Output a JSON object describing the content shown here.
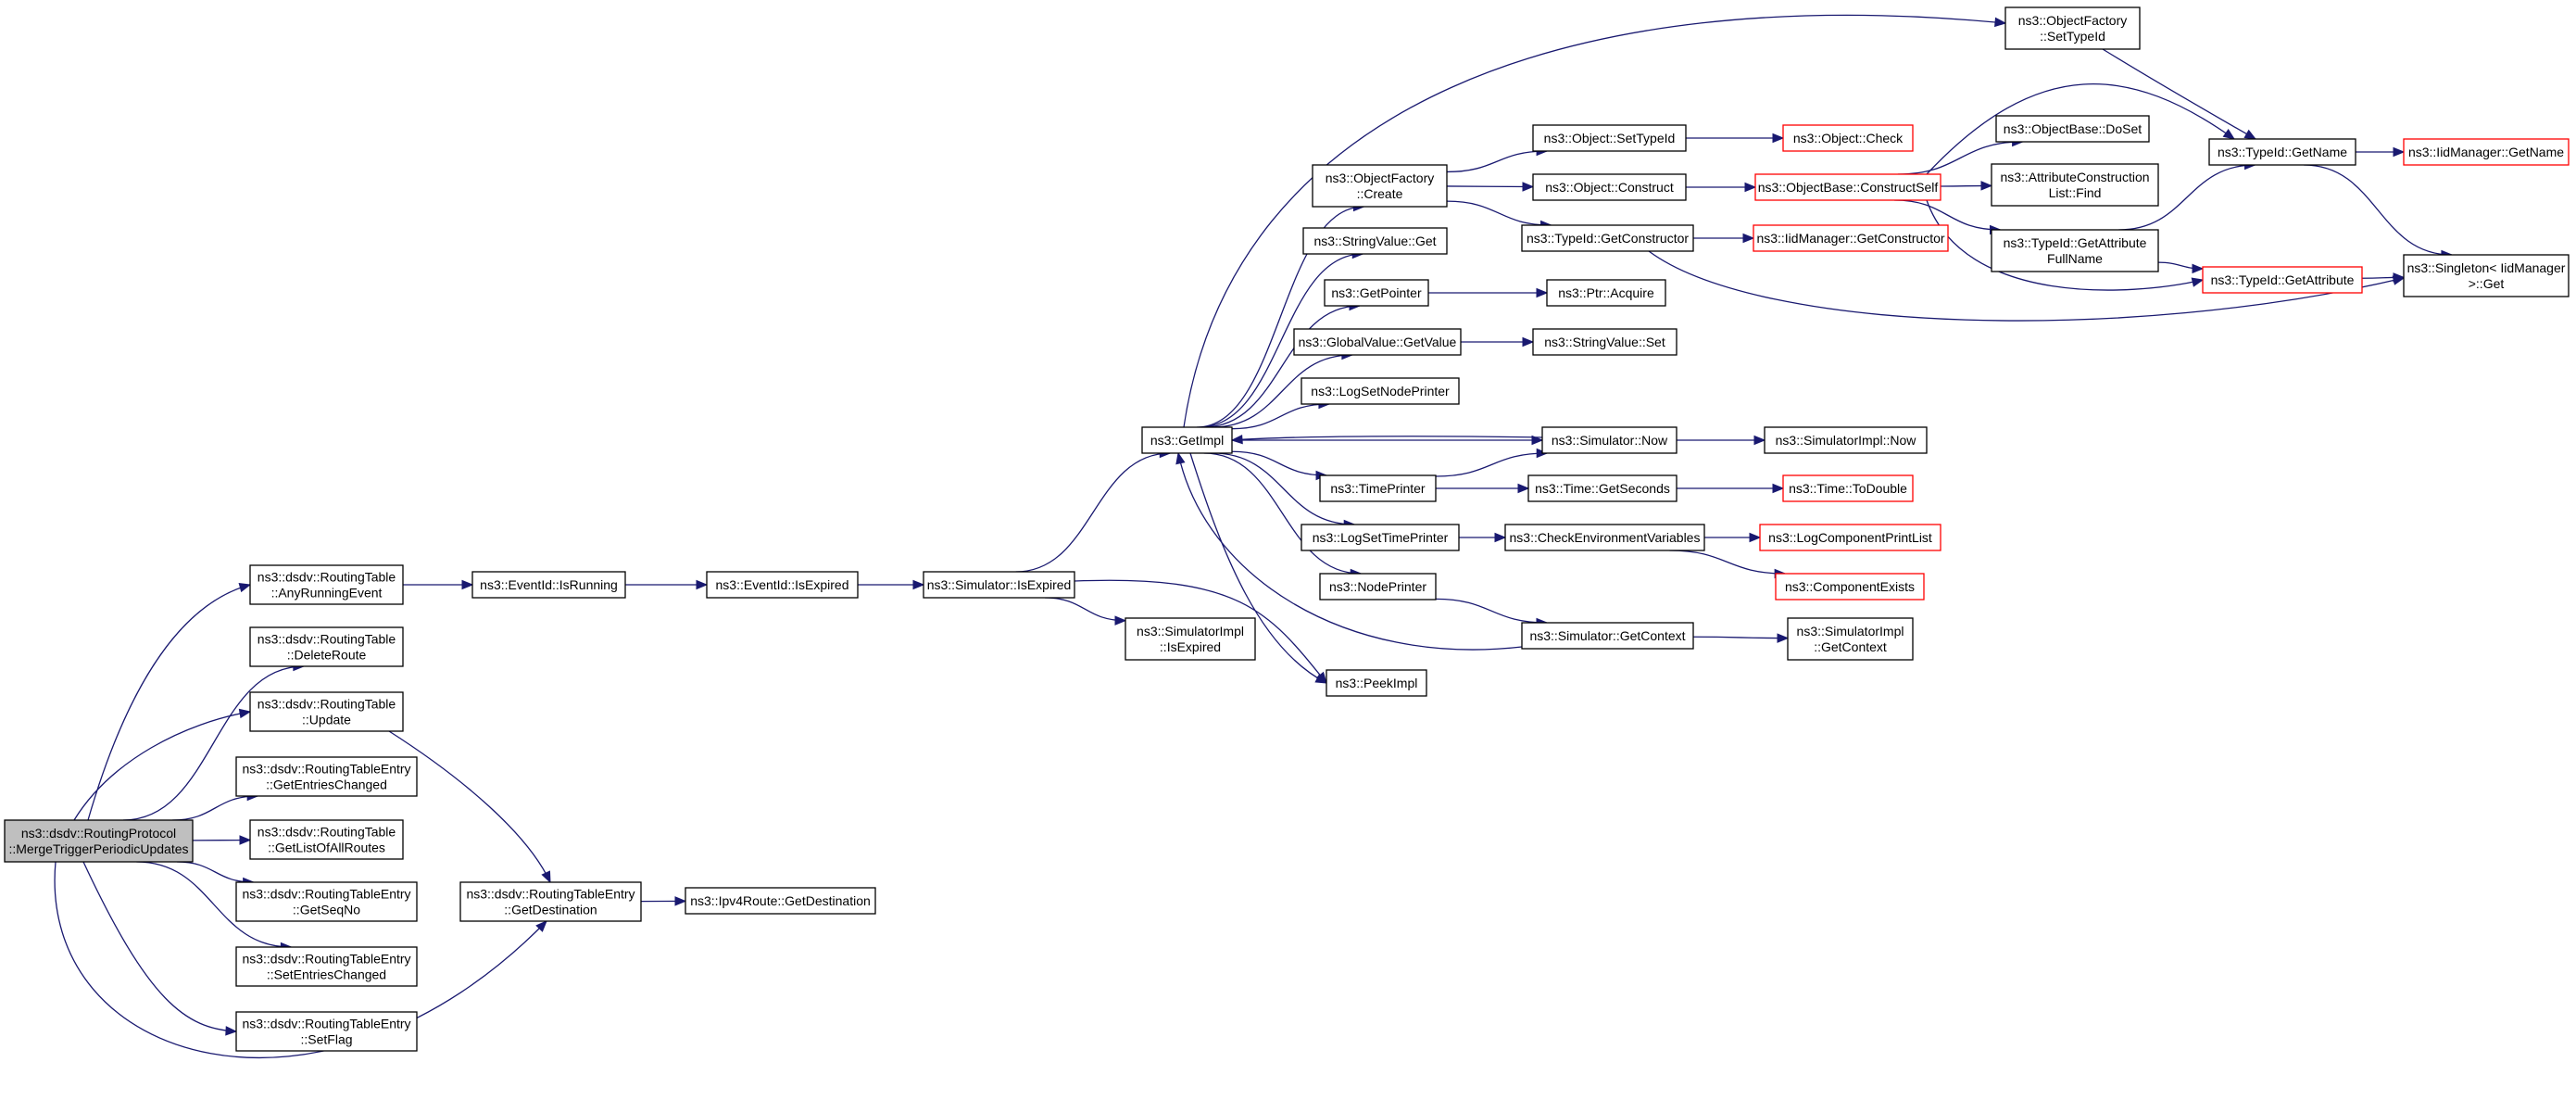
{
  "nodes": [
    {
      "id": "root",
      "lines": [
        "ns3::dsdv::RoutingProtocol",
        "::MergeTriggerPeriodicUpdates"
      ],
      "style": "root"
    },
    {
      "id": "anyRunning",
      "lines": [
        "ns3::dsdv::RoutingTable",
        "::AnyRunningEvent"
      ],
      "style": "normal"
    },
    {
      "id": "deleteRoute",
      "lines": [
        "ns3::dsdv::RoutingTable",
        "::DeleteRoute"
      ],
      "style": "normal"
    },
    {
      "id": "update",
      "lines": [
        "ns3::dsdv::RoutingTable",
        "::Update"
      ],
      "style": "normal"
    },
    {
      "id": "getEntriesChanged",
      "lines": [
        "ns3::dsdv::RoutingTableEntry",
        "::GetEntriesChanged"
      ],
      "style": "normal"
    },
    {
      "id": "getListOfAllRoutes",
      "lines": [
        "ns3::dsdv::RoutingTable",
        "::GetListOfAllRoutes"
      ],
      "style": "normal"
    },
    {
      "id": "getSeqNo",
      "lines": [
        "ns3::dsdv::RoutingTableEntry",
        "::GetSeqNo"
      ],
      "style": "normal"
    },
    {
      "id": "setEntriesChanged",
      "lines": [
        "ns3::dsdv::RoutingTableEntry",
        "::SetEntriesChanged"
      ],
      "style": "normal"
    },
    {
      "id": "setFlag",
      "lines": [
        "ns3::dsdv::RoutingTableEntry",
        "::SetFlag"
      ],
      "style": "normal"
    },
    {
      "id": "getDestination",
      "lines": [
        "ns3::dsdv::RoutingTableEntry",
        "::GetDestination"
      ],
      "style": "normal"
    },
    {
      "id": "ipv4GetDestination",
      "lines": [
        "ns3::Ipv4Route::GetDestination"
      ],
      "style": "normal"
    },
    {
      "id": "eventIsRunning",
      "lines": [
        "ns3::EventId::IsRunning"
      ],
      "style": "normal"
    },
    {
      "id": "eventIsExpired",
      "lines": [
        "ns3::EventId::IsExpired"
      ],
      "style": "normal"
    },
    {
      "id": "simIsExpired",
      "lines": [
        "ns3::Simulator::IsExpired"
      ],
      "style": "normal"
    },
    {
      "id": "simImplIsExpired",
      "lines": [
        "ns3::SimulatorImpl",
        "::IsExpired"
      ],
      "style": "normal"
    },
    {
      "id": "getImpl",
      "lines": [
        "ns3::GetImpl"
      ],
      "style": "normal"
    },
    {
      "id": "peekImpl",
      "lines": [
        "ns3::PeekImpl"
      ],
      "style": "normal"
    },
    {
      "id": "objFactoryCreate",
      "lines": [
        "ns3::ObjectFactory",
        "::Create"
      ],
      "style": "normal"
    },
    {
      "id": "stringValueGet",
      "lines": [
        "ns3::StringValue::Get"
      ],
      "style": "normal"
    },
    {
      "id": "getPointer",
      "lines": [
        "ns3::GetPointer"
      ],
      "style": "normal"
    },
    {
      "id": "globalValueGetValue",
      "lines": [
        "ns3::GlobalValue::GetValue"
      ],
      "style": "normal"
    },
    {
      "id": "logSetNodePrinter",
      "lines": [
        "ns3::LogSetNodePrinter"
      ],
      "style": "normal"
    },
    {
      "id": "timePrinter",
      "lines": [
        "ns3::TimePrinter"
      ],
      "style": "normal"
    },
    {
      "id": "logSetTimePrinter",
      "lines": [
        "ns3::LogSetTimePrinter"
      ],
      "style": "normal"
    },
    {
      "id": "nodePrinter",
      "lines": [
        "ns3::NodePrinter"
      ],
      "style": "normal"
    },
    {
      "id": "objFactorySetTypeId",
      "lines": [
        "ns3::ObjectFactory",
        "::SetTypeId"
      ],
      "style": "normal"
    },
    {
      "id": "objectSetTypeId",
      "lines": [
        "ns3::Object::SetTypeId"
      ],
      "style": "normal"
    },
    {
      "id": "objectConstruct",
      "lines": [
        "ns3::Object::Construct"
      ],
      "style": "normal"
    },
    {
      "id": "typeIdGetConstructor",
      "lines": [
        "ns3::TypeId::GetConstructor"
      ],
      "style": "normal"
    },
    {
      "id": "ptrAcquire",
      "lines": [
        "ns3::Ptr::Acquire"
      ],
      "style": "normal"
    },
    {
      "id": "stringValueSet",
      "lines": [
        "ns3::StringValue::Set"
      ],
      "style": "normal"
    },
    {
      "id": "simulatorNow",
      "lines": [
        "ns3::Simulator::Now"
      ],
      "style": "normal"
    },
    {
      "id": "timeGetSeconds",
      "lines": [
        "ns3::Time::GetSeconds"
      ],
      "style": "normal"
    },
    {
      "id": "checkEnv",
      "lines": [
        "ns3::CheckEnvironmentVariables"
      ],
      "style": "normal"
    },
    {
      "id": "simGetContext",
      "lines": [
        "ns3::Simulator::GetContext"
      ],
      "style": "normal"
    },
    {
      "id": "objectCheck",
      "lines": [
        "ns3::Object::Check"
      ],
      "style": "red"
    },
    {
      "id": "constructSelf",
      "lines": [
        "ns3::ObjectBase::ConstructSelf"
      ],
      "style": "red"
    },
    {
      "id": "iidGetConstructor",
      "lines": [
        "ns3::IidManager::GetConstructor"
      ],
      "style": "red"
    },
    {
      "id": "simImplNow",
      "lines": [
        "ns3::SimulatorImpl::Now"
      ],
      "style": "normal"
    },
    {
      "id": "timeToDouble",
      "lines": [
        "ns3::Time::ToDouble"
      ],
      "style": "red"
    },
    {
      "id": "logComponentPrintList",
      "lines": [
        "ns3::LogComponentPrintList"
      ],
      "style": "red"
    },
    {
      "id": "componentExists",
      "lines": [
        "ns3::ComponentExists"
      ],
      "style": "red"
    },
    {
      "id": "simImplGetContext",
      "lines": [
        "ns3::SimulatorImpl",
        "::GetContext"
      ],
      "style": "normal"
    },
    {
      "id": "objectBaseDoSet",
      "lines": [
        "ns3::ObjectBase::DoSet"
      ],
      "style": "normal"
    },
    {
      "id": "attrConstructionListFind",
      "lines": [
        "ns3::AttributeConstruction",
        "List::Find"
      ],
      "style": "normal"
    },
    {
      "id": "typeIdGetAttributeFullName",
      "lines": [
        "ns3::TypeId::GetAttribute",
        "FullName"
      ],
      "style": "normal"
    },
    {
      "id": "typeIdGetAttribute",
      "lines": [
        "ns3::TypeId::GetAttribute"
      ],
      "style": "red"
    },
    {
      "id": "typeIdGetName",
      "lines": [
        "ns3::TypeId::GetName"
      ],
      "style": "normal"
    },
    {
      "id": "iidGetName",
      "lines": [
        "ns3::IidManager::GetName"
      ],
      "style": "red"
    },
    {
      "id": "singletonGet",
      "lines": [
        "ns3::Singleton< IidManager",
        ">::Get"
      ],
      "style": "normal"
    }
  ],
  "edges": [
    [
      "root",
      "anyRunning"
    ],
    [
      "root",
      "deleteRoute"
    ],
    [
      "root",
      "update"
    ],
    [
      "root",
      "getEntriesChanged"
    ],
    [
      "root",
      "getListOfAllRoutes"
    ],
    [
      "root",
      "getSeqNo"
    ],
    [
      "root",
      "setEntriesChanged"
    ],
    [
      "root",
      "setFlag"
    ],
    [
      "root",
      "getDestination"
    ],
    [
      "update",
      "getDestination"
    ],
    [
      "getDestination",
      "ipv4GetDestination"
    ],
    [
      "anyRunning",
      "eventIsRunning"
    ],
    [
      "eventIsRunning",
      "eventIsExpired"
    ],
    [
      "eventIsExpired",
      "simIsExpired"
    ],
    [
      "simIsExpired",
      "getImpl"
    ],
    [
      "simIsExpired",
      "simImplIsExpired"
    ],
    [
      "simIsExpired",
      "peekImpl"
    ],
    [
      "getImpl",
      "objFactorySetTypeId"
    ],
    [
      "getImpl",
      "objFactoryCreate"
    ],
    [
      "getImpl",
      "stringValueGet"
    ],
    [
      "getImpl",
      "getPointer"
    ],
    [
      "getImpl",
      "globalValueGetValue"
    ],
    [
      "getImpl",
      "logSetNodePrinter"
    ],
    [
      "getImpl",
      "simulatorNow"
    ],
    [
      "getImpl",
      "timePrinter"
    ],
    [
      "getImpl",
      "logSetTimePrinter"
    ],
    [
      "getImpl",
      "nodePrinter"
    ],
    [
      "getImpl",
      "peekImpl"
    ],
    [
      "simGetContext",
      "getImpl"
    ],
    [
      "simulatorNow",
      "getImpl"
    ],
    [
      "objFactoryCreate",
      "objectSetTypeId"
    ],
    [
      "objFactoryCreate",
      "objectConstruct"
    ],
    [
      "objFactoryCreate",
      "typeIdGetConstructor"
    ],
    [
      "objectSetTypeId",
      "objectCheck"
    ],
    [
      "objectConstruct",
      "constructSelf"
    ],
    [
      "typeIdGetConstructor",
      "iidGetConstructor"
    ],
    [
      "typeIdGetConstructor",
      "singletonGet"
    ],
    [
      "getPointer",
      "ptrAcquire"
    ],
    [
      "globalValueGetValue",
      "stringValueSet"
    ],
    [
      "simulatorNow",
      "simImplNow"
    ],
    [
      "timePrinter",
      "simulatorNow"
    ],
    [
      "timePrinter",
      "timeGetSeconds"
    ],
    [
      "timeGetSeconds",
      "timeToDouble"
    ],
    [
      "logSetTimePrinter",
      "checkEnv"
    ],
    [
      "checkEnv",
      "logComponentPrintList"
    ],
    [
      "checkEnv",
      "componentExists"
    ],
    [
      "nodePrinter",
      "simGetContext"
    ],
    [
      "simGetContext",
      "simImplGetContext"
    ],
    [
      "constructSelf",
      "objectBaseDoSet"
    ],
    [
      "constructSelf",
      "attrConstructionListFind"
    ],
    [
      "constructSelf",
      "typeIdGetAttributeFullName"
    ],
    [
      "constructSelf",
      "typeIdGetName"
    ],
    [
      "constructSelf",
      "typeIdGetAttribute"
    ],
    [
      "typeIdGetAttributeFullName",
      "typeIdGetName"
    ],
    [
      "typeIdGetAttributeFullName",
      "typeIdGetAttribute"
    ],
    [
      "typeIdGetAttribute",
      "singletonGet"
    ],
    [
      "objFactorySetTypeId",
      "typeIdGetName"
    ],
    [
      "typeIdGetName",
      "iidGetName"
    ],
    [
      "typeIdGetName",
      "singletonGet"
    ]
  ],
  "colors": {
    "edge": "#191970",
    "node_border": "#000000",
    "missing_border": "#ff0000",
    "root_fill": "#bfbfbf"
  }
}
